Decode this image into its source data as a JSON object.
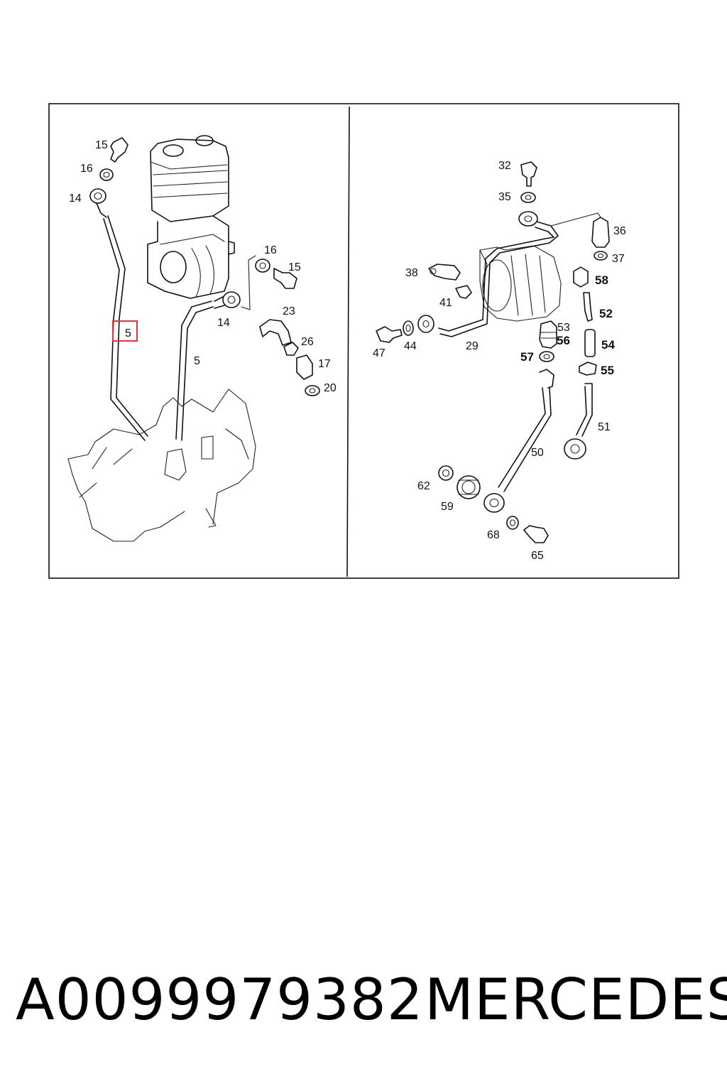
{
  "left_panel": {
    "callouts": [
      "15",
      "16",
      "14",
      "16",
      "15",
      "14",
      "23",
      "26",
      "17",
      "20",
      "5",
      "5"
    ],
    "highlighted_callout": "5",
    "highlight_color": "#d9363e"
  },
  "right_panel": {
    "callouts": [
      "32",
      "35",
      "36",
      "37",
      "38",
      "41",
      "58",
      "52",
      "47",
      "44",
      "29",
      "53",
      "56",
      "54",
      "57",
      "55",
      "51",
      "50",
      "62",
      "59",
      "68",
      "65"
    ]
  },
  "caption": {
    "part_number": "A0099979382",
    "brand": "MERCEDES"
  }
}
